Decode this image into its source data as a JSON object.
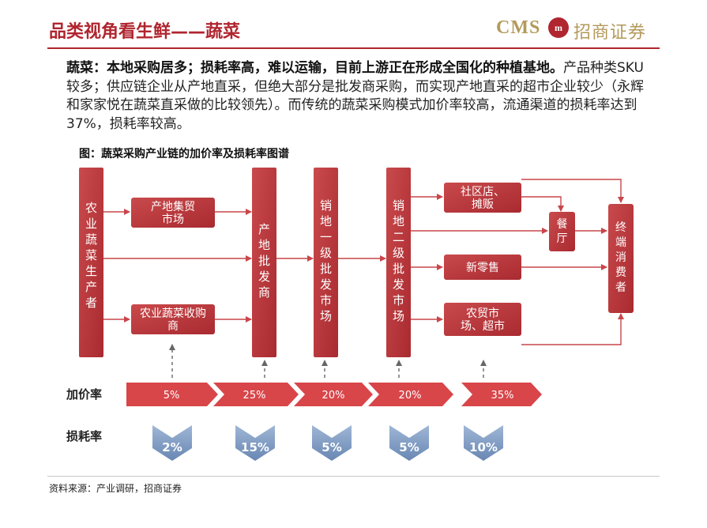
{
  "header": {
    "title": "品类视角看生鲜——蔬菜",
    "logo_latin": "CMS",
    "logo_seal": "m",
    "logo_cn": "招商证券"
  },
  "intro": {
    "lead": "蔬菜：本地采购居多；损耗率高，难以运输，目前上游正在形成全国化的种植基地。",
    "body": "产品种类SKU较多；供应链企业从产地直采，但绝大部分是批发商采购，而实现产地直采的超市企业较少（永辉和家家悦在蔬菜直采做的比较领先）。而传统的蔬菜采购模式加价率较高，流通渠道的损耗率达到37%，损耗率较高。"
  },
  "figure": {
    "caption": "图：蔬菜采购产业链的加价率及损耗率图谱",
    "nodes": {
      "producer": "农业蔬菜生产者",
      "origin_market": "产地集贸市场",
      "purchaser": "农业蔬菜收购商",
      "origin_wholesale": "产地批发商",
      "sales_wholesale_1": "销地一级批发市场",
      "sales_wholesale_2": "销地二级批发市场",
      "community": "社区店、摊贩",
      "restaurant": "餐厅",
      "new_retail": "新零售",
      "farmers_market": "农贸市场、超市",
      "consumer": "终端消费者"
    },
    "markup_label": "加价率",
    "markups": [
      "5%",
      "25%",
      "20%",
      "20%",
      "35%"
    ],
    "loss_label": "损耗率",
    "losses": [
      "2%",
      "15%",
      "5%",
      "5%",
      "10%"
    ]
  },
  "colors": {
    "brand_red": "#b0252f",
    "box_fill": "#c0393c",
    "arrow": "#c8464a",
    "chevron": "#d8464a",
    "loss_fill": "#7e9bc2",
    "gold": "#b39a5b"
  },
  "source": "资料来源：产业调研，招商证券"
}
